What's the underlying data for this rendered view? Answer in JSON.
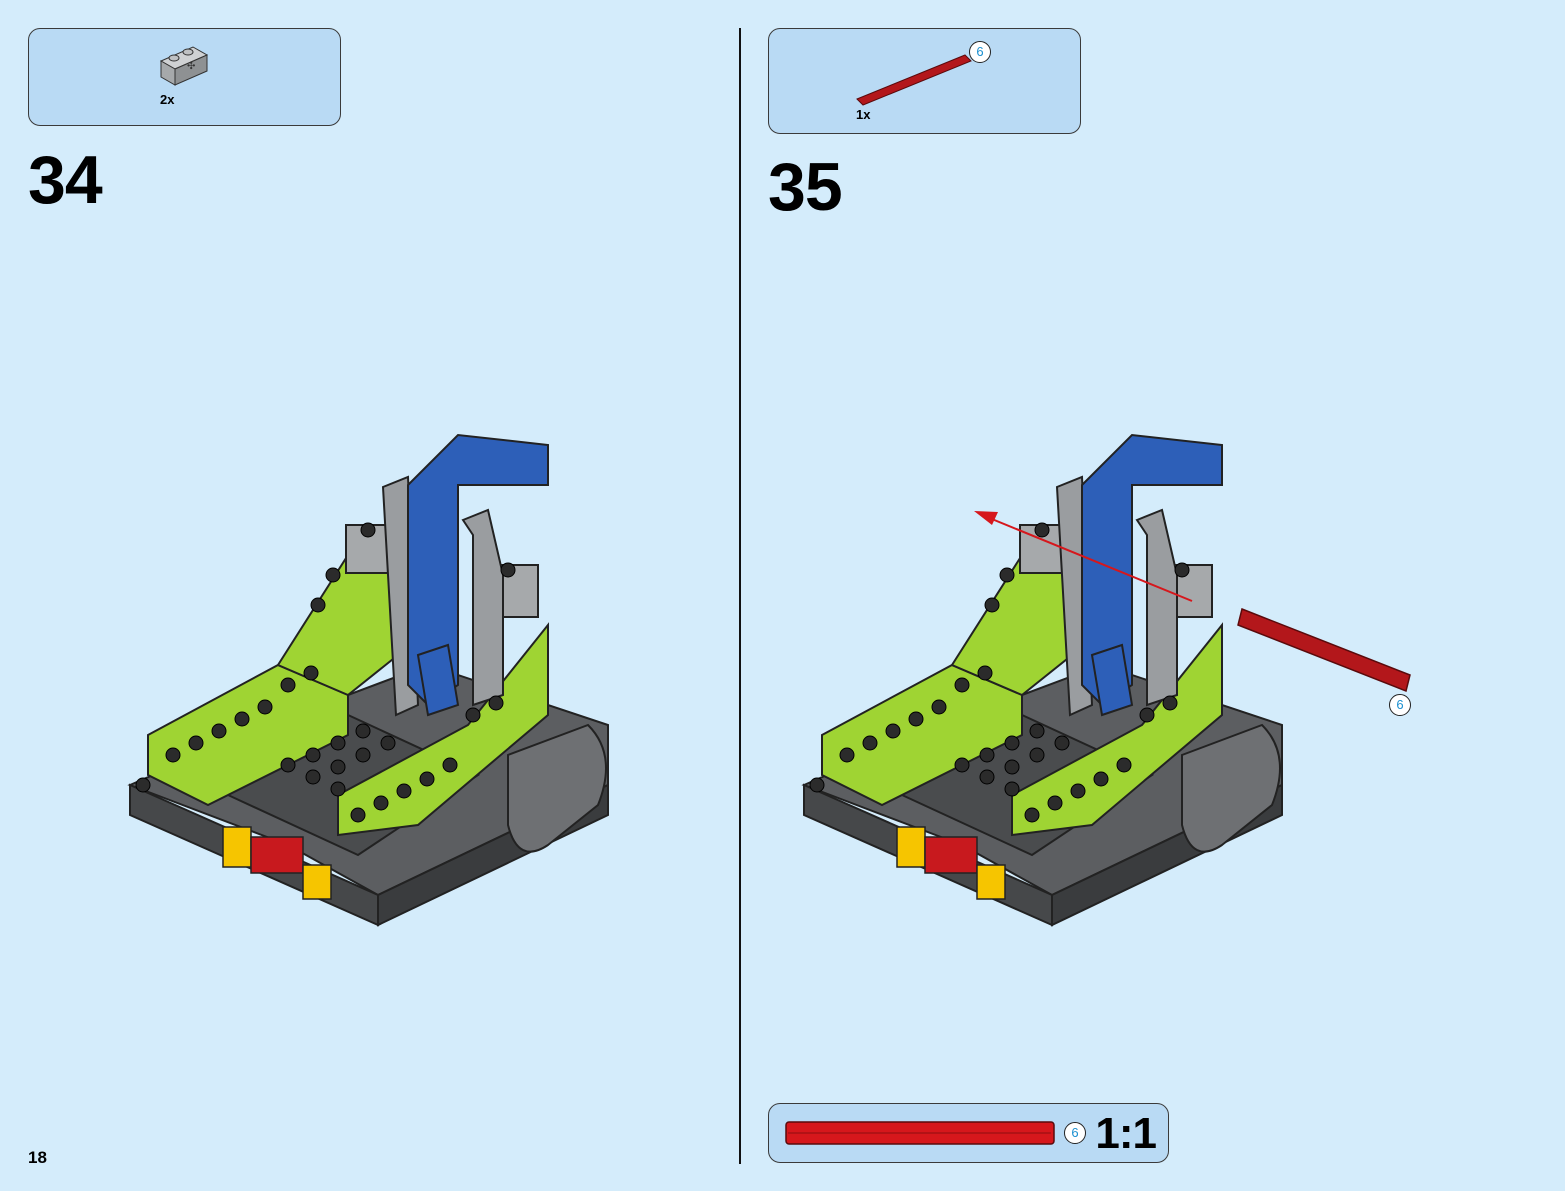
{
  "page_number": "18",
  "steps": [
    {
      "number": "34",
      "parts": [
        {
          "quantity": "2x",
          "part": "light gray technic brick 1x2 with axle hole",
          "color": "#a6a9ab"
        }
      ]
    },
    {
      "number": "35",
      "parts": [
        {
          "quantity": "1x",
          "part": "red technic axle",
          "length_label": "6",
          "color": "#b3171b"
        }
      ],
      "callout_length": "6"
    }
  ],
  "scale_reference": {
    "length_label": "6",
    "scale": "1:1",
    "color": "#d6171c"
  },
  "colors": {
    "background": "#d4ecfb",
    "box": "#b9daf4",
    "lime": "#9fd433",
    "blue": "#2d5fb8",
    "gray": "#6b6d70",
    "light_gray": "#a6a9ab",
    "dark": "#2b2b2b",
    "red": "#c8191e",
    "yellow": "#f6c500"
  }
}
